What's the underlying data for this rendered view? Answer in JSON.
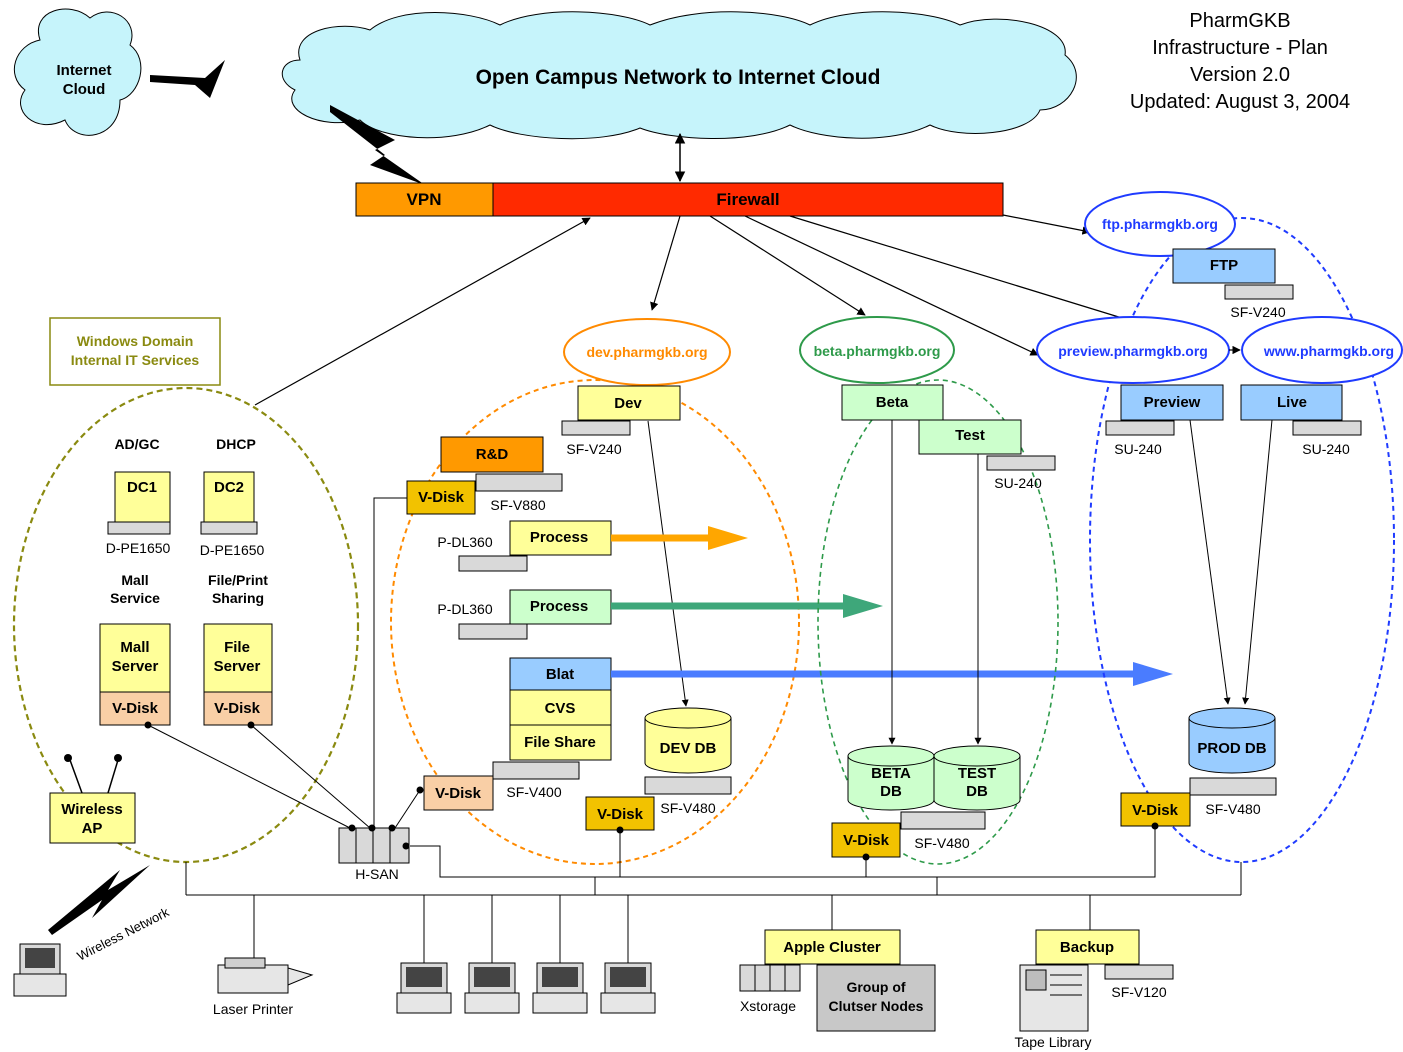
{
  "title": {
    "line1": "PharmGKB",
    "line2": "Infrastructure - Plan",
    "line3": "Version 2.0",
    "line4": "Updated: August 3, 2004"
  },
  "clouds": {
    "internet_line1": "Internet",
    "internet_line2": "Cloud",
    "campus": "Open Campus Network to Internet Cloud"
  },
  "bar": {
    "vpn": "VPN",
    "firewall": "Firewall"
  },
  "windows_domain": {
    "title_line1": "Windows Domain",
    "title_line2": "Internal IT Services",
    "adgc": "AD/GC",
    "dhcp": "DHCP",
    "dc1": "DC1",
    "dc2": "DC2",
    "dc1_model": "D-PE1650",
    "dc2_model": "D-PE1650",
    "mall_service_line1": "Mall",
    "mall_service_line2": "Service",
    "fileprint_line1": "File/Print",
    "fileprint_line2": "Sharing",
    "mall_server_line1": "Mall",
    "mall_server_line2": "Server",
    "file_server_line1": "File",
    "file_server_line2": "Server",
    "vdisk1": "V-Disk",
    "vdisk2": "V-Disk",
    "wireless_line1": "Wireless",
    "wireless_line2": "AP"
  },
  "dev_zone": {
    "domain": "dev.pharmgkb.org",
    "dev": "Dev",
    "dev_model": "SF-V240",
    "rnd": "R&D",
    "rnd_vdisk": "V-Disk",
    "rnd_model": "SF-V880",
    "process1": "Process",
    "process1_model": "P-DL360",
    "process2": "Process",
    "process2_model": "P-DL360",
    "blat": "Blat",
    "cvs": "CVS",
    "fileshare": "File Share",
    "stack_model": "SF-V400",
    "stack_vdisk": "V-Disk",
    "devdb": "DEV DB",
    "devdb_model": "SF-V480",
    "devdb_vdisk": "V-Disk"
  },
  "beta_zone": {
    "domain": "beta.pharmgkb.org",
    "beta": "Beta",
    "test": "Test",
    "test_model": "SU-240",
    "betadb_line1": "BETA",
    "betadb_line2": "DB",
    "testdb_line1": "TEST",
    "testdb_line2": "DB",
    "db_model": "SF-V480",
    "vdisk": "V-Disk"
  },
  "prod_zone": {
    "ftp_domain": "ftp.pharmgkb.org",
    "ftp": "FTP",
    "ftp_model": "SF-V240",
    "preview_domain": "preview.pharmgkb.org",
    "www_domain": "www.pharmgkb.org",
    "preview": "Preview",
    "preview_model": "SU-240",
    "live": "Live",
    "live_model": "SU-240",
    "proddb": "PROD DB",
    "proddb_model": "SF-V480",
    "vdisk": "V-Disk"
  },
  "bottom": {
    "hsan": "H-SAN",
    "wireless_network": "Wireless Network",
    "laser_printer": "Laser Printer",
    "apple_cluster": "Apple Cluster",
    "xstorage": "Xstorage",
    "group_line1": "Group of",
    "group_line2": "Clutser Nodes",
    "backup": "Backup",
    "backup_model": "SF-V120",
    "tape_library": "Tape Library"
  },
  "colors": {
    "cloud_fill": "#c6f4fb",
    "vpn": "#ff9900",
    "firewall": "#ff2a00",
    "dev": "#ff8a00",
    "beta": "#2e9a4a",
    "prod": "#1f3bff",
    "win": "#8a8a10",
    "yellow_box": "#ffff99",
    "green_box": "#ccffcc",
    "blue_box": "#99ccff",
    "vdisk": "#f2c200",
    "vdisk_win": "#f9cfa6",
    "arrow_orange": "#ffa600",
    "arrow_green": "#3ea77a",
    "arrow_blue": "#4a7cff"
  }
}
